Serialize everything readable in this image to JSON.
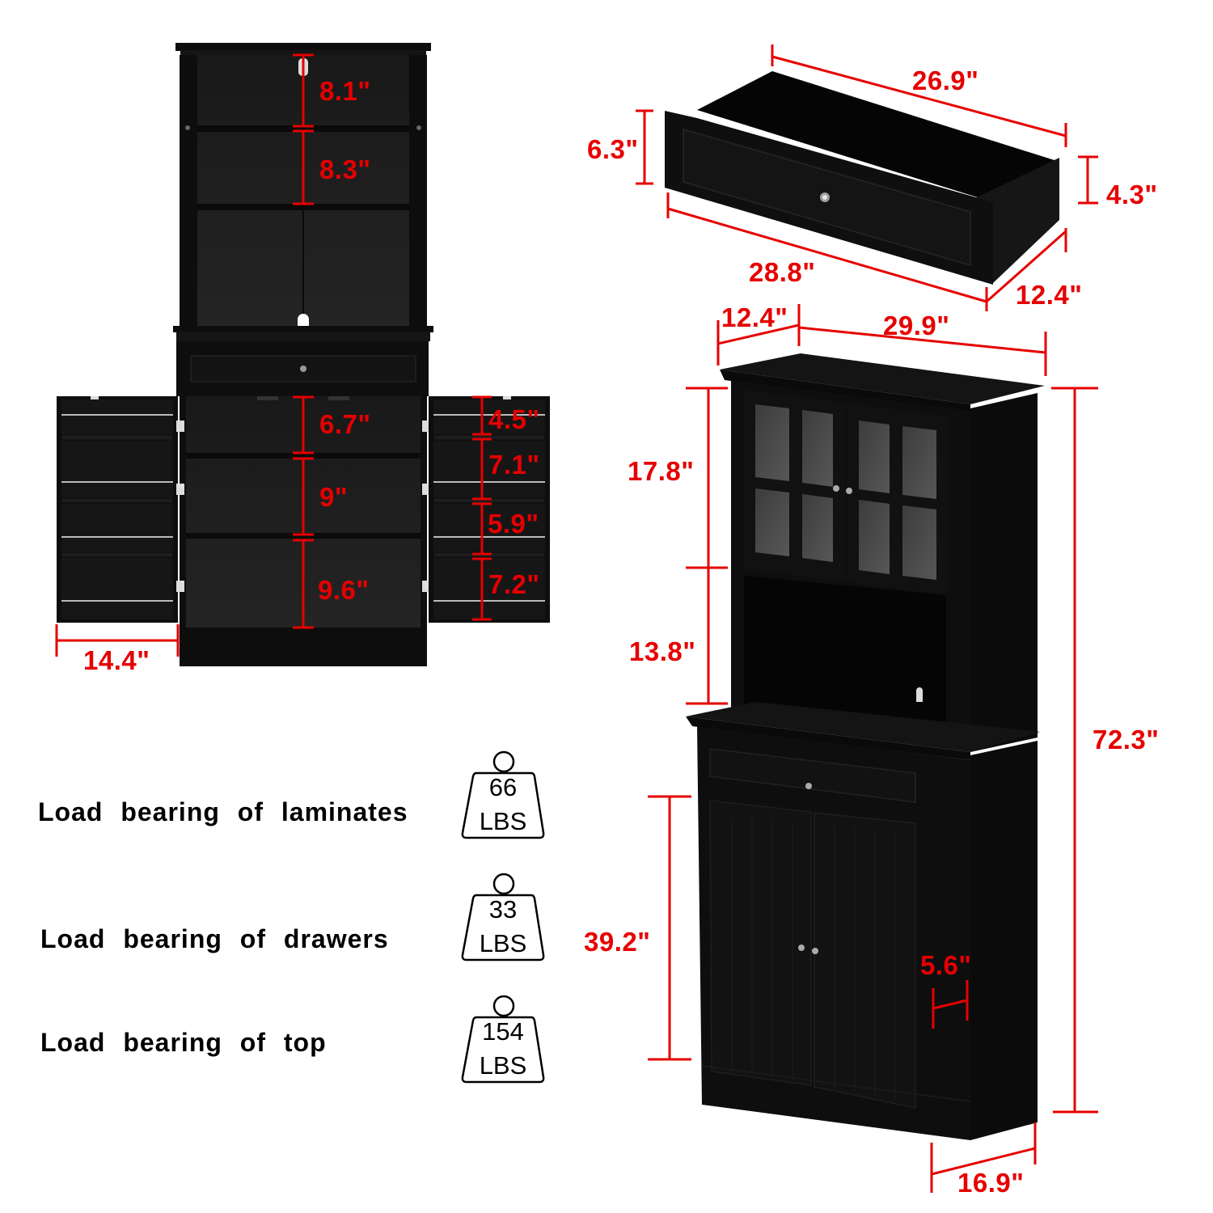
{
  "colors": {
    "dimension": "#e60000",
    "cabinet": "#0d0d0d",
    "cabinet_interior": "#1e1e1e",
    "glass": "#4a4a4a",
    "background": "#ffffff"
  },
  "top_left_view": {
    "shelves": [
      {
        "label": "8.1\""
      },
      {
        "label": "8.3\""
      }
    ]
  },
  "open_cabinet_view": {
    "center_shelves": [
      {
        "label": "6.7\""
      },
      {
        "label": "9\""
      },
      {
        "label": "9.6\""
      }
    ],
    "door_shelves": [
      {
        "label": "4.5\""
      },
      {
        "label": "7.1\""
      },
      {
        "label": "5.9\""
      },
      {
        "label": "7.2\""
      }
    ],
    "door_width": "14.4\""
  },
  "drawer_view": {
    "back_width": "26.9\"",
    "front_width": "28.8\"",
    "front_height": "6.3\"",
    "side_height": "4.3\"",
    "depth": "12.4\""
  },
  "hutch_view": {
    "top_depth": "12.4\"",
    "top_width": "29.9\"",
    "glass_cabinet_height": "17.8\"",
    "open_shelf_height": "13.8\"",
    "base_cabinet_height": "39.2\"",
    "side_offset": "5.6\"",
    "total_height": "72.3\"",
    "base_depth": "16.9\""
  },
  "load_bearing": [
    {
      "label": "Load bearing of laminates",
      "value": "66",
      "unit": "LBS"
    },
    {
      "label": "Load bearing of drawers",
      "value": "33",
      "unit": "LBS"
    },
    {
      "label": "Load bearing of top",
      "value": "154",
      "unit": "LBS"
    }
  ]
}
